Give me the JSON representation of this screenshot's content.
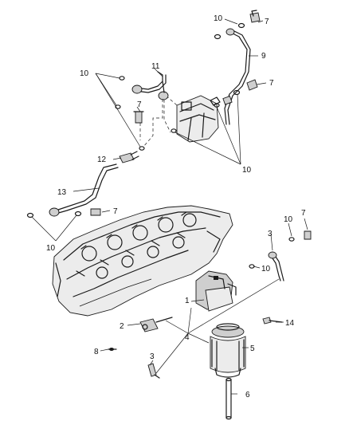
{
  "callouts": {
    "c1": "1",
    "c2": "2",
    "c3a": "3",
    "c3b": "3",
    "c4": "4",
    "c5": "5",
    "c6": "6",
    "c7a": "7",
    "c7b": "7",
    "c7c": "7",
    "c7d": "7",
    "c7e": "7",
    "c8": "8",
    "c9": "9",
    "c10a": "10",
    "c10b": "10",
    "c10c": "10",
    "c10d": "10",
    "c10e": "10",
    "c10f": "10",
    "c11": "11",
    "c12": "12",
    "c13": "13",
    "c14": "14"
  }
}
